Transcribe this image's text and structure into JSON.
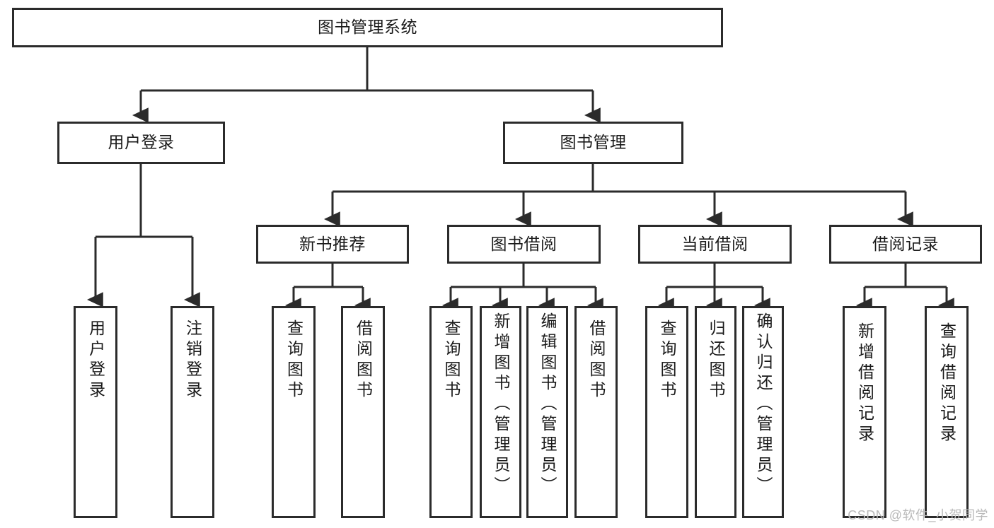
{
  "diagram": {
    "title": "图书管理系统",
    "watermark": "CSDN @软件_小贺同学",
    "edge_color": "#2b2b2b",
    "box_border_color": "#2b2b2b",
    "box_fill_color": "#ffffff",
    "text_color": "#1a1a1a",
    "root": {
      "label": "图书管理系统"
    },
    "level2": [
      {
        "label": "用户登录"
      },
      {
        "label": "图书管理"
      }
    ],
    "level3": [
      {
        "label": "新书推荐"
      },
      {
        "label": "图书借阅"
      },
      {
        "label": "当前借阅"
      },
      {
        "label": "借阅记录"
      }
    ],
    "leaves": {
      "user_login": [
        {
          "label": "用户登录"
        },
        {
          "label": "注销登录"
        }
      ],
      "new_book_recommend": [
        {
          "label": "查询图书"
        },
        {
          "label": "借阅图书"
        }
      ],
      "book_borrow": [
        {
          "label": "查询图书"
        },
        {
          "label": "新增图书（管理员）"
        },
        {
          "label": "编辑图书（管理员）"
        },
        {
          "label": "借阅图书"
        }
      ],
      "current_borrow": [
        {
          "label": "查询图书"
        },
        {
          "label": "归还图书"
        },
        {
          "label": "确认归还（管理员）"
        }
      ],
      "borrow_record": [
        {
          "label": "新增借阅记录"
        },
        {
          "label": "查询借阅记录"
        }
      ]
    }
  }
}
